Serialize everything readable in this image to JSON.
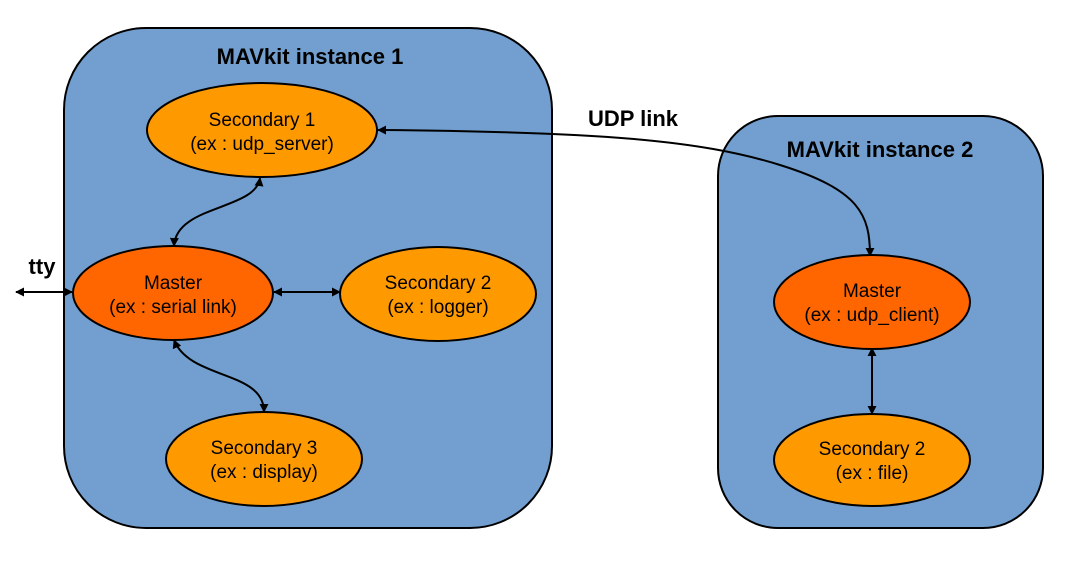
{
  "colors": {
    "container_fill": "#729fcf",
    "container_stroke": "#000000",
    "master_fill": "#ff6600",
    "secondary_fill": "#ff9900",
    "edge": "#000000"
  },
  "instance1": {
    "title": "MAVkit instance 1",
    "master": {
      "line1": "Master",
      "line2": "(ex : serial link)"
    },
    "secondary1": {
      "line1": "Secondary 1",
      "line2": "(ex : udp_server)"
    },
    "secondary2": {
      "line1": "Secondary 2",
      "line2": "(ex : logger)"
    },
    "secondary3": {
      "line1": "Secondary 3",
      "line2": "(ex : display)"
    }
  },
  "instance2": {
    "title": "MAVkit instance 2",
    "master": {
      "line1": "Master",
      "line2": "(ex : udp_client)"
    },
    "secondary2": {
      "line1": "Secondary 2",
      "line2": "(ex : file)"
    }
  },
  "labels": {
    "udp_link": "UDP link",
    "tty": "tty"
  }
}
